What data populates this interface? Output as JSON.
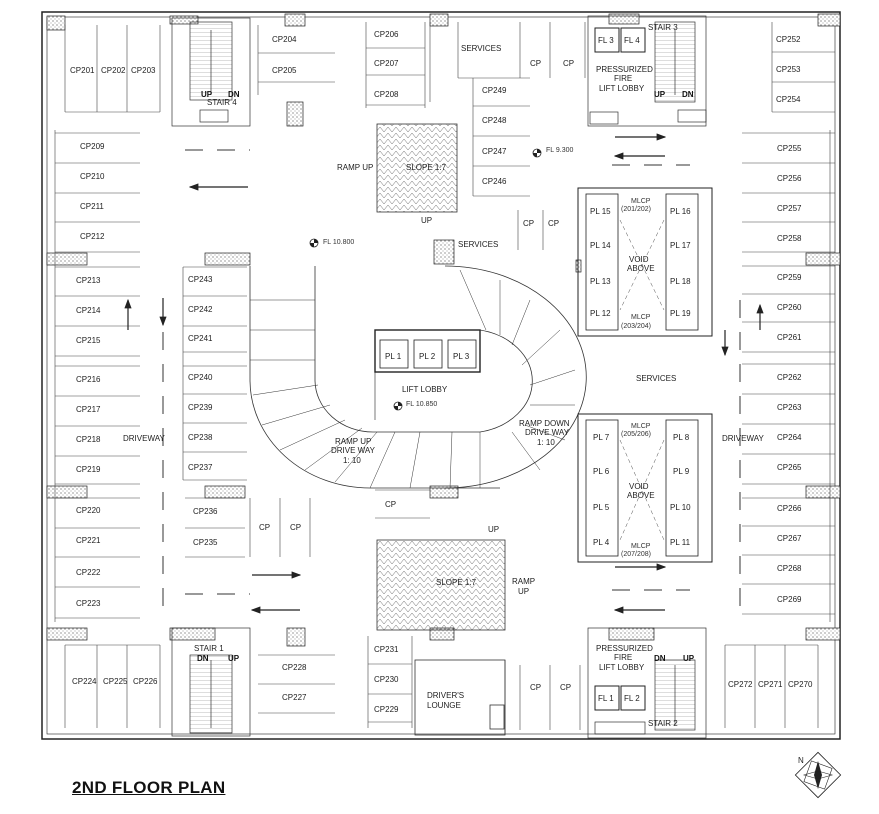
{
  "title": "2ND FLOOR PLAN",
  "north": "N",
  "labels": {
    "driveway": "DRIVEWAY",
    "services": "SERVICES",
    "ramp_up": "RAMP UP",
    "slope": "SLOPE 1:7",
    "up": "UP",
    "dn": "DN",
    "lift_lobby": "LIFT LOBBY",
    "ramp_up_driveway": [
      "RAMP UP",
      "DRIVE WAY",
      "1: 10"
    ],
    "ramp_down_driveway": [
      "RAMP DOWN",
      "DRIVE WAY",
      "1: 10"
    ],
    "void_above": [
      "VOID",
      "ABOVE"
    ],
    "pressurized": [
      "PRESSURIZED",
      "FIRE",
      "LIFT LOBBY"
    ],
    "drivers_lounge": [
      "DRIVER'S",
      "LOUNGE"
    ],
    "cp": "CP",
    "ramp": "RAMP",
    "ramp_up_lower": "UP"
  },
  "levels": {
    "fl_9300": "FL 9.300",
    "fl_10800": "FL 10.800",
    "fl_10850": "FL 10.850"
  },
  "stairs": [
    "STAIR 1",
    "STAIR 2",
    "STAIR 3",
    "STAIR 4"
  ],
  "mlcp": [
    "MLCP",
    "(201/202)",
    "(203/204)",
    "(205/206)",
    "(207/208)"
  ],
  "fire_lifts": [
    "FL 1",
    "FL 2",
    "FL 3",
    "FL 4"
  ],
  "passenger_lifts": [
    "PL 1",
    "PL 2",
    "PL 3"
  ],
  "mlcp_lifts": [
    "PL 4",
    "PL 5",
    "PL 6",
    "PL 7",
    "PL 8",
    "PL 9",
    "PL 10",
    "PL 11",
    "PL 12",
    "PL 13",
    "PL 14",
    "PL 15",
    "PL 16",
    "PL 17",
    "PL 18",
    "PL 19"
  ],
  "parking": {
    "top_left": [
      "CP201",
      "CP202",
      "CP203"
    ],
    "top_stair": [
      "CP204",
      "CP205"
    ],
    "top_center": [
      "CP206",
      "CP207",
      "CP208"
    ],
    "center_right_top": [
      "CP249",
      "CP248",
      "CP247",
      "CP246"
    ],
    "right_top": [
      "CP252",
      "CP253",
      "CP254"
    ],
    "left_column": [
      "CP209",
      "CP210",
      "CP211",
      "CP212",
      "CP213",
      "CP214",
      "CP215",
      "CP216",
      "CP217",
      "CP218",
      "CP219",
      "CP220",
      "CP221",
      "CP222",
      "CP223"
    ],
    "inner_left": [
      "CP243",
      "CP242",
      "CP241",
      "CP240",
      "CP239",
      "CP238",
      "CP237"
    ],
    "inner_lower": [
      "CP236",
      "CP235"
    ],
    "right_column": [
      "CP255",
      "CP256",
      "CP257",
      "CP258",
      "CP259",
      "CP260",
      "CP261",
      "CP262",
      "CP263",
      "CP264",
      "CP265",
      "CP266",
      "CP267",
      "CP268",
      "CP269"
    ],
    "bottom_left": [
      "CP224",
      "CP225",
      "CP226"
    ],
    "bottom_stair": [
      "CP228",
      "CP227"
    ],
    "bottom_center": [
      "CP231",
      "CP230",
      "CP229"
    ],
    "bottom_right": [
      "CP272",
      "CP271",
      "CP270"
    ]
  }
}
